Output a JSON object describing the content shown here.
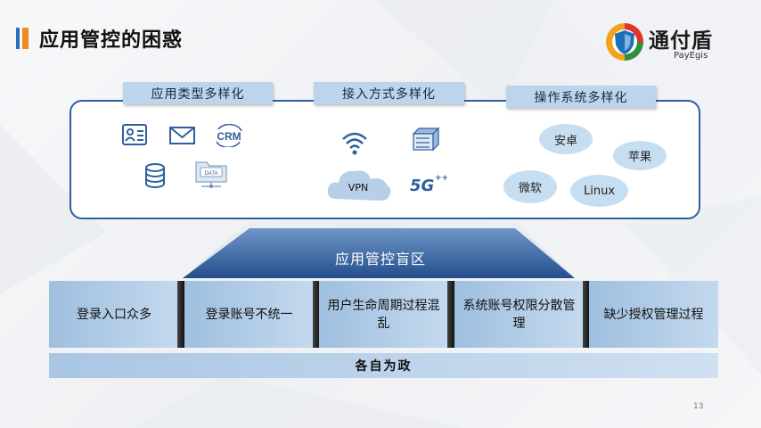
{
  "slide": {
    "title": "应用管控的困惑",
    "page_number": "13"
  },
  "logo": {
    "name": "通付盾",
    "sub": "PayEgis"
  },
  "categories": [
    {
      "label": "应用类型多样化"
    },
    {
      "label": "接入方式多样化"
    },
    {
      "label": "操作系统多样化"
    }
  ],
  "app_icons": {
    "crm": "CRM",
    "data": "DATA"
  },
  "access_icons": {
    "vpn": "VPN",
    "five_g": "5G"
  },
  "os_list": [
    "安卓",
    "苹果",
    "微软",
    "Linux"
  ],
  "blind_zone": "应用管控盲区",
  "issues": [
    "登录入口众多",
    "登录账号不统一",
    "用户生命周期过程混乱",
    "系统账号权限分散管理",
    "缺少授权管理过程"
  ],
  "bottom_bar": "各自为政",
  "colors": {
    "accent_blue": "#2f6db4",
    "accent_orange": "#f08a1e",
    "frame_blue": "#2f5f9e",
    "label_bg": "#bcd5ec",
    "pyramid_dark": "#2a5d9c"
  }
}
